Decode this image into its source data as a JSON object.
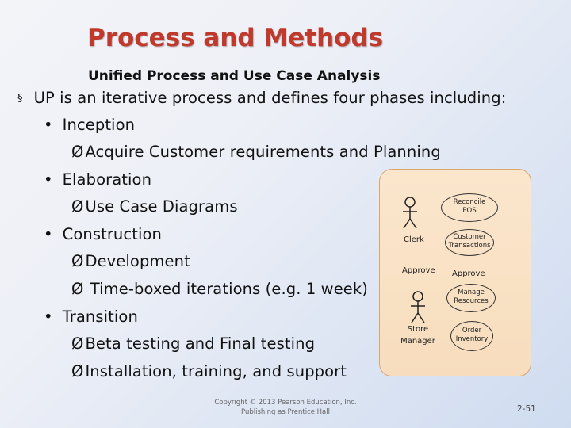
{
  "slide": {
    "title": "Process and Methods",
    "subtitle": "Unified Process and Use Case Analysis",
    "intro": "UP is an iterative process and defines four phases including:",
    "lines": [
      "Inception",
      "Acquire Customer requirements and Planning",
      "Elaboration",
      "Use Case Diagrams",
      "Construction",
      "Development",
      " Time-boxed iterations (e.g. 1 week)",
      "Transition",
      "Beta testing and Final testing",
      "Installation, training, and support"
    ],
    "bullet_glyph": "•",
    "arrow_glyph": "Ø",
    "square_glyph": "§"
  },
  "diagram": {
    "use_cases": [
      {
        "line1": "Reconcile",
        "line2": "POS"
      },
      {
        "line1": "Customer",
        "line2": "Transactions"
      },
      {
        "line1": "Manage",
        "line2": "Resources"
      },
      {
        "line1": "Order",
        "line2": "Inventory"
      }
    ],
    "actors": [
      {
        "label": "Clerk"
      },
      {
        "label1": "Store",
        "label2": "Manager"
      }
    ],
    "relations": [
      "Approve",
      "Approve"
    ]
  },
  "footer": {
    "copyright_line1": "Copyright © 2013 Pearson Education, Inc.",
    "copyright_line2": "Publishing as Prentice Hall",
    "page_number": "2-51"
  }
}
